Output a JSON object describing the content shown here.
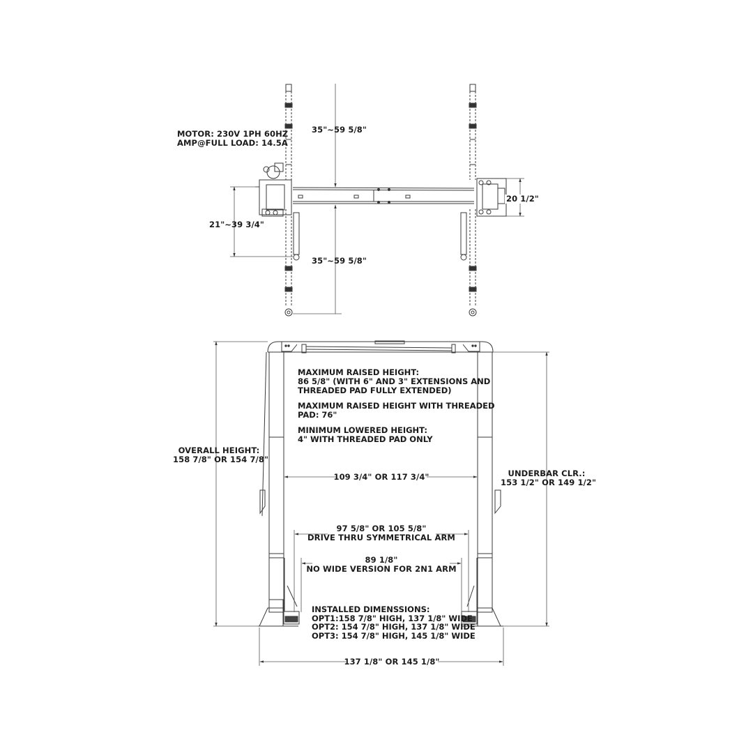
{
  "top_view": {
    "motor_spec": {
      "line1": "MOTOR: 230V 1PH 60HZ",
      "line2": "AMP@FULL LOAD: 14.5A"
    },
    "dim_arm_upper": "35\"~59 5/8\"",
    "dim_arm_lower": "35\"~59 5/8\"",
    "dim_arm_short": "21\"~39 3/4\"",
    "dim_carriage": "20 1/2\""
  },
  "front_view": {
    "notes": {
      "max_raised_title": "MAXIMUM RAISED HEIGHT:",
      "max_raised_line2": "86 5/8\" (WITH 6\" AND 3\" EXTENSIONS AND",
      "max_raised_line3": "THREADED PAD FULLY EXTENDED)",
      "max_raised_pad_line1": "MAXIMUM RAISED HEIGHT WITH THREADED",
      "max_raised_pad_line2": "PAD: 76\"",
      "min_lowered_title": "MINIMUM LOWERED HEIGHT:",
      "min_lowered_line2": "4\" WITH THREADED PAD ONLY"
    },
    "overall_height": {
      "title": "OVERALL HEIGHT:",
      "value": "158 7/8\" OR 154 7/8\""
    },
    "underbar_clearance": {
      "title": "UNDERBAR CLR.:",
      "value": "153 1/2\" OR 149 1/2\""
    },
    "inside_columns": "109 3/4\" OR 117 3/4\"",
    "drive_thru": {
      "value": "97 5/8\" OR 105 5/8\"",
      "caption": "DRIVE THRU SYMMETRICAL ARM"
    },
    "no_wide": {
      "value": "89 1/8\"",
      "caption": "NO WIDE VERSION FOR 2N1 ARM"
    },
    "installed": {
      "title": "INSTALLED DIMENSSIONS:",
      "opt1": "OPT1:158 7/8\" HIGH, 137 1/8\" WIDE",
      "opt2": "OPT2: 154 7/8\" HIGH, 137 1/8\" WIDE",
      "opt3": "OPT3: 154 7/8\" HIGH, 145 1/8\" WIDE"
    },
    "overall_width": "137 1/8\" OR 145 1/8\""
  },
  "colors": {
    "line": "#3a3a3a",
    "dim_line": "#555555",
    "text": "#1b1b1b"
  }
}
